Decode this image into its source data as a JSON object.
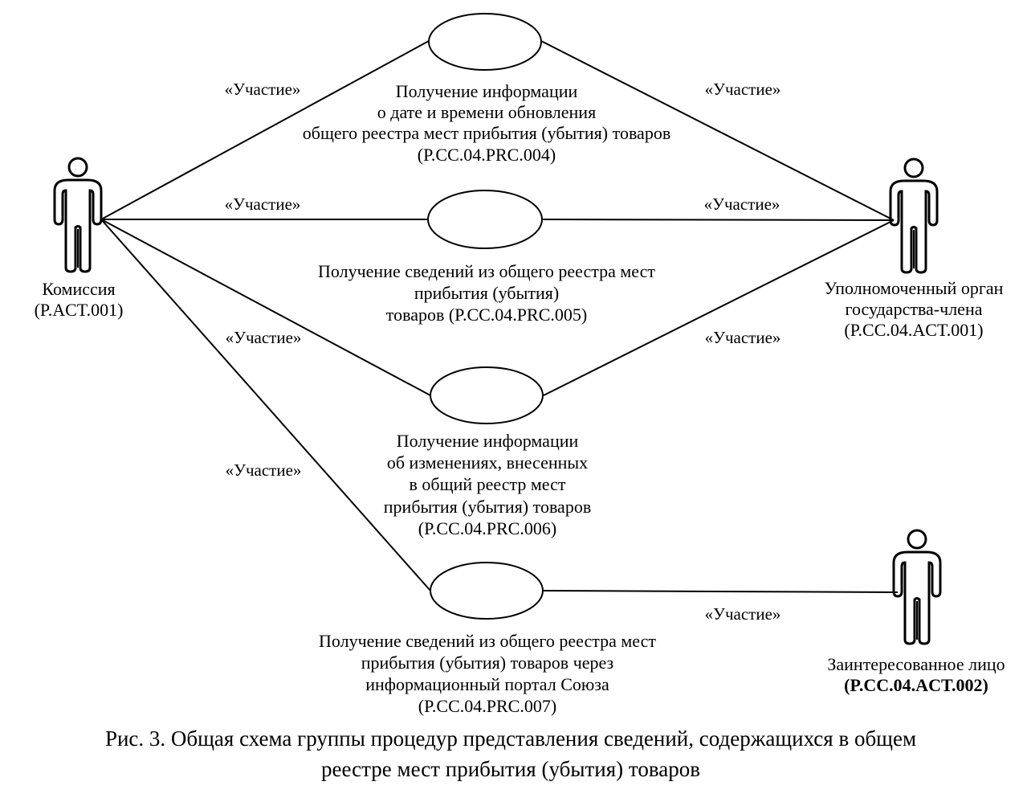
{
  "diagram": {
    "type": "uml-use-case",
    "relation_label": "«Участие»",
    "colors": {
      "line": "#000000",
      "background": "#ffffff",
      "text": "#000000"
    }
  },
  "actors": [
    {
      "id": "commission",
      "lines": [
        "Комиссия",
        "(P.ACT.001)"
      ]
    },
    {
      "id": "member-state",
      "lines": [
        "Уполномоченный орган",
        "государства-члена",
        "(P.CC.04.ACT.001)"
      ]
    },
    {
      "id": "interested-party",
      "lines": [
        "Заинтересованное лицо",
        "(P.CC.04.ACT.002)"
      ]
    }
  ],
  "use_cases": [
    {
      "id": "prc004",
      "lines": [
        "Получение информации",
        "о дате и времени обновления",
        "общего реестра мест прибытия (убытия) товаров",
        "(P.CC.04.PRC.004)"
      ]
    },
    {
      "id": "prc005",
      "lines": [
        "Получение сведений из общего реестра мест",
        "прибытия (убытия)",
        "товаров (P.CC.04.PRC.005)"
      ]
    },
    {
      "id": "prc006",
      "lines": [
        "Получение информации",
        "об изменениях, внесенных",
        "в общий реестр мест",
        "прибытия (убытия) товаров",
        "(P.CC.04.PRC.006)"
      ]
    },
    {
      "id": "prc007",
      "lines": [
        "Получение сведений из общего реестра мест",
        "прибытия (убытия) товаров через",
        "информационный портал Союза",
        "(P.CC.04.PRC.007)"
      ]
    }
  ],
  "associations": [
    {
      "from": "commission",
      "to": "prc004",
      "label": "«Участие»"
    },
    {
      "from": "commission",
      "to": "prc005",
      "label": "«Участие»"
    },
    {
      "from": "commission",
      "to": "prc006",
      "label": "«Участие»"
    },
    {
      "from": "commission",
      "to": "prc007",
      "label": "«Участие»"
    },
    {
      "from": "member-state",
      "to": "prc004",
      "label": "«Участие»"
    },
    {
      "from": "member-state",
      "to": "prc005",
      "label": "«Участие»"
    },
    {
      "from": "member-state",
      "to": "prc006",
      "label": "«Участие»"
    },
    {
      "from": "interested-party",
      "to": "prc007",
      "label": "«Участие»"
    }
  ],
  "caption": {
    "lines": [
      "Рис. 3. Общая схема группы процедур представления сведений, содержащихся в общем",
      "реестре мест прибытия (убытия) товаров"
    ]
  }
}
